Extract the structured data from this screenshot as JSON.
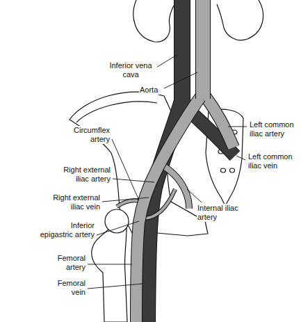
{
  "diagram": {
    "labels": [
      "Inferior vena cava",
      "Aorta",
      "Circumflex artery",
      "Left common iliac artery",
      "Right external iliac artery",
      "Left common iliac vein",
      "Right external iliac vein",
      "Internal iliac artery",
      "Inferior epigastric artery",
      "Femoral artery",
      "Femoral vein"
    ]
  }
}
